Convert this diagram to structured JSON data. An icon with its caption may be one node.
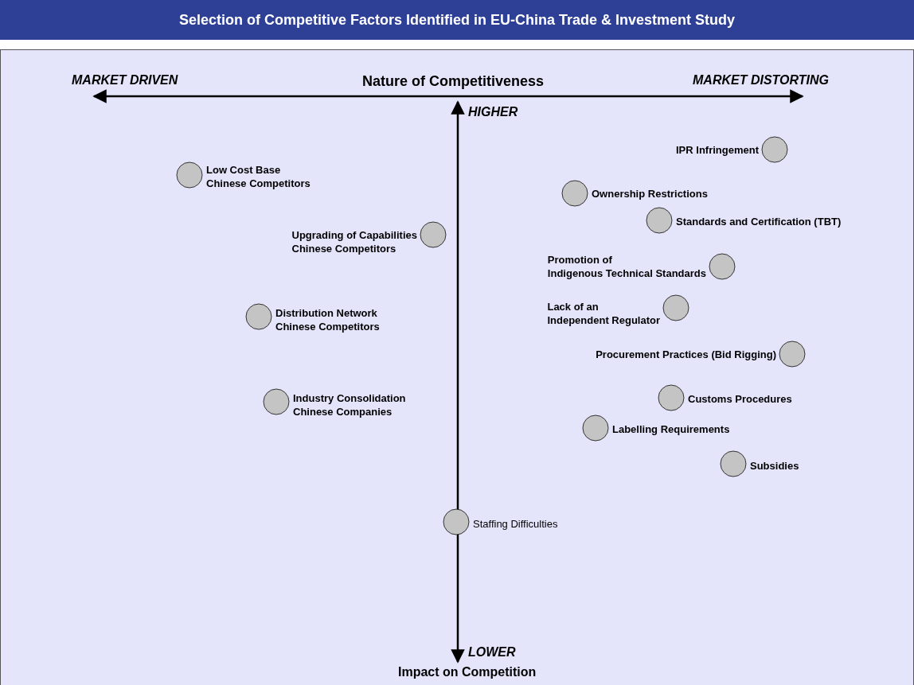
{
  "diagram": {
    "title": "Selection of Competitive Factors Identified in EU-China Trade & Investment Study",
    "nodes": [
      {
        "text": [],
        "shape": "circle",
        "beside": [
          "Low Cost Base Chinese Competitors"
        ]
      },
      {
        "text": [],
        "shape": "circle",
        "beside": [
          "Upgrading of Capabilities Chinese Competitors"
        ]
      },
      {
        "text": [],
        "shape": "circle",
        "beside": [
          "Distribution Network Chinese Competitors"
        ]
      },
      {
        "text": [],
        "shape": "circle",
        "beside": [
          "Industry Consolidation Chinese Companies"
        ]
      },
      {
        "text": [],
        "shape": "circle",
        "beside": [
          "Staffing Difficulties"
        ]
      },
      {
        "text": [],
        "shape": "circle",
        "beside": [
          "IPR Infringement"
        ]
      },
      {
        "text": [],
        "shape": "circle",
        "beside": [
          "Ownership Restrictions"
        ]
      },
      {
        "text": [],
        "shape": "circle",
        "beside": [
          "Standards and Certification (TBT)"
        ]
      },
      {
        "text": [],
        "shape": "circle",
        "beside": [
          "Promotion of Indigenous Technical Standards"
        ]
      },
      {
        "text": [],
        "shape": "circle",
        "beside": [
          "Lack of an Independent Regulator"
        ]
      },
      {
        "text": [],
        "shape": "circle",
        "beside": [
          "Procurement Practices (Bid Rigging)"
        ]
      },
      {
        "text": [],
        "shape": "circle",
        "beside": [
          "Customs Procedures"
        ]
      },
      {
        "text": [],
        "shape": "circle",
        "beside": [
          "Labelling Requirements"
        ]
      },
      {
        "text": [],
        "shape": "circle",
        "beside": [
          "Subsidies"
        ]
      }
    ],
    "labels": [
      "MARKET DRIVEN",
      "Nature of Competitiveness",
      "MARKET DISTORTING",
      "HIGHER",
      "LOWER",
      "Impact on Competition"
    ]
  }
}
